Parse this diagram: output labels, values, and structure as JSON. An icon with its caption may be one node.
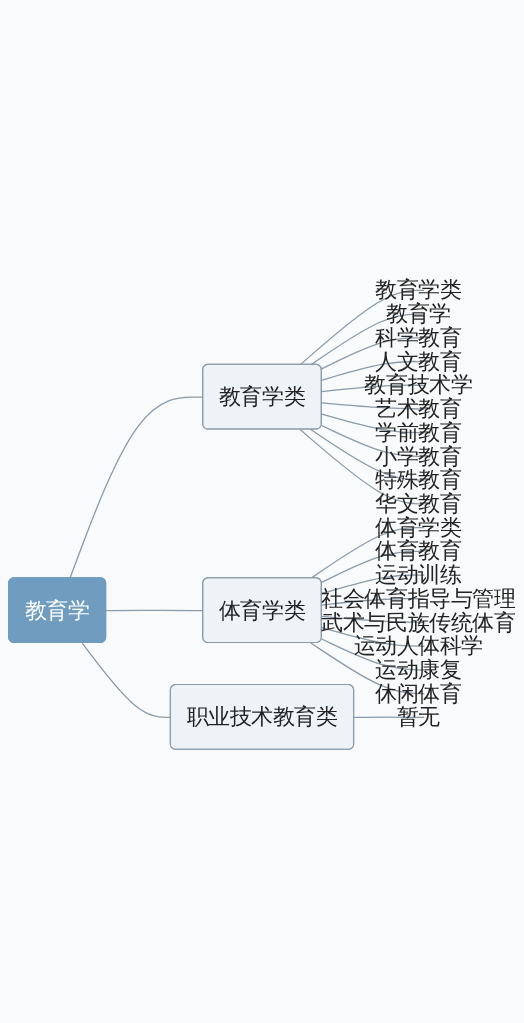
{
  "diagram": {
    "nodes": [
      {
        "text": [
          "教育学"
        ]
      },
      {
        "text": [
          "教育学类"
        ]
      },
      {
        "text": [
          "教育学类"
        ]
      },
      {
        "text": [
          "教育学"
        ]
      },
      {
        "text": [
          "科学教育"
        ]
      },
      {
        "text": [
          "人文教育"
        ]
      },
      {
        "text": [
          "教育技术学"
        ]
      },
      {
        "text": [
          "艺术教育"
        ]
      },
      {
        "text": [
          "学前教育"
        ]
      },
      {
        "text": [
          "小学教育"
        ]
      },
      {
        "text": [
          "特殊教育"
        ]
      },
      {
        "text": [
          "华文教育"
        ]
      },
      {
        "text": [
          "体育学类"
        ]
      },
      {
        "text": [
          "体育学类"
        ]
      },
      {
        "text": [
          "体育教育"
        ]
      },
      {
        "text": [
          "运动训练"
        ]
      },
      {
        "text": [
          "社会体育指导与管理"
        ]
      },
      {
        "text": [
          "武术与民族传统体育"
        ]
      },
      {
        "text": [
          "运动人体科学"
        ]
      },
      {
        "text": [
          "运动康复"
        ]
      },
      {
        "text": [
          "休闲体育"
        ]
      },
      {
        "text": [
          "职业技术教育类"
        ]
      },
      {
        "text": [
          "暂无"
        ]
      }
    ],
    "edges": [
      {
        "from": 0,
        "to": 1,
        "arrow": "none"
      },
      {
        "from": 1,
        "to": 2,
        "arrow": "none"
      },
      {
        "from": 1,
        "to": 3,
        "arrow": "none"
      },
      {
        "from": 1,
        "to": 4,
        "arrow": "none"
      },
      {
        "from": 1,
        "to": 5,
        "arrow": "none"
      },
      {
        "from": 1,
        "to": 6,
        "arrow": "none"
      },
      {
        "from": 1,
        "to": 7,
        "arrow": "none"
      },
      {
        "from": 1,
        "to": 8,
        "arrow": "none"
      },
      {
        "from": 1,
        "to": 9,
        "arrow": "none"
      },
      {
        "from": 1,
        "to": 10,
        "arrow": "none"
      },
      {
        "from": 1,
        "to": 11,
        "arrow": "none"
      },
      {
        "from": 0,
        "to": 12,
        "arrow": "none"
      },
      {
        "from": 12,
        "to": 13,
        "arrow": "none"
      },
      {
        "from": 12,
        "to": 14,
        "arrow": "none"
      },
      {
        "from": 12,
        "to": 15,
        "arrow": "none"
      },
      {
        "from": 12,
        "to": 16,
        "arrow": "none"
      },
      {
        "from": 12,
        "to": 17,
        "arrow": "none"
      },
      {
        "from": 12,
        "to": 18,
        "arrow": "none"
      },
      {
        "from": 12,
        "to": 19,
        "arrow": "none"
      },
      {
        "from": 12,
        "to": 20,
        "arrow": "none"
      },
      {
        "from": 0,
        "to": 21,
        "arrow": "none"
      },
      {
        "from": 21,
        "to": 22,
        "arrow": "none"
      }
    ]
  }
}
